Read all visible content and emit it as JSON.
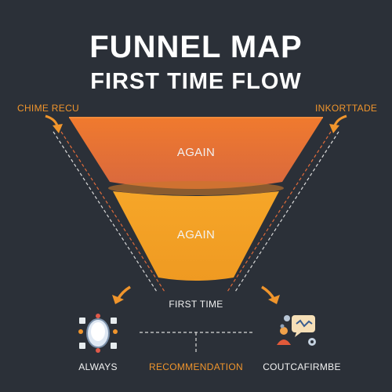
{
  "header": {
    "title": "FUNNEL MAP",
    "subtitle": "FIRST TIME FLOW"
  },
  "labels": {
    "top_left": "CHIME RECU",
    "top_right": "INKORTTADE",
    "bottom_center": "FIRST TIME",
    "bottom_left": "ALWAYS",
    "bottom_middle": "RECOMMENDATION",
    "bottom_right": "COUTCAFIRMBE"
  },
  "funnel": {
    "upper_stage": "AGAIN",
    "lower_stage": "AGAIN"
  },
  "colors": {
    "background": "#2b3038",
    "upper_stage": "#e0703a",
    "lower_stage": "#f2a126",
    "accent": "#f0952c",
    "text": "#ffffff"
  },
  "icons": {
    "left": "gear-ring-icon",
    "right": "user-chat-icon"
  }
}
